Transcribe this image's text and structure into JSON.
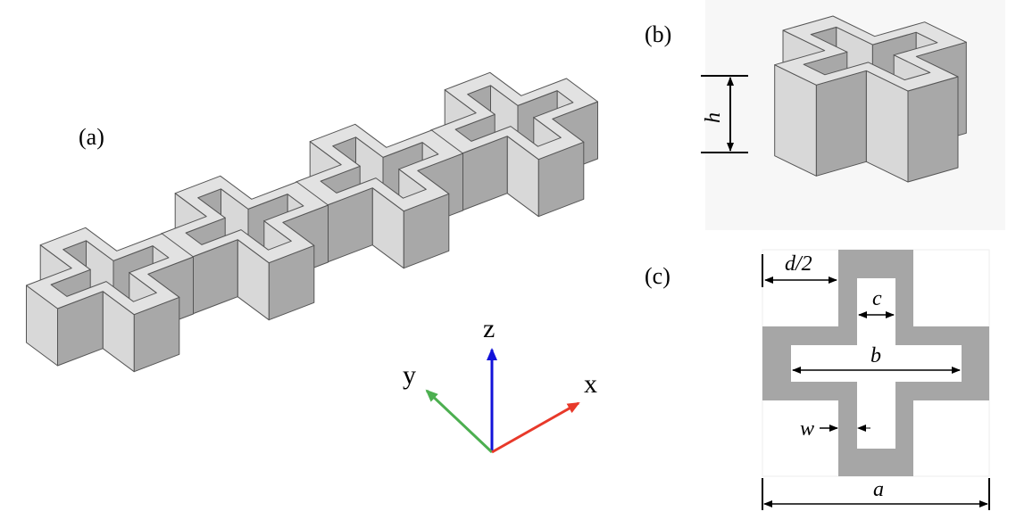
{
  "figure": {
    "panels": [
      {
        "id": "a",
        "label": "(a)",
        "description": "Periodic strip of cross-shaped hollow unit cells"
      },
      {
        "id": "b",
        "label": "(b)",
        "description": "Single hollow cross unit cell with height"
      },
      {
        "id": "c",
        "label": "(c)",
        "description": "Top view of unit cell with dimensions"
      }
    ],
    "strip": {
      "unit_cells": 4
    },
    "axes": {
      "x": {
        "label": "x",
        "color": "#e8392a"
      },
      "y": {
        "label": "y",
        "color": "#4caf50"
      },
      "z": {
        "label": "z",
        "color": "#1212d9"
      }
    },
    "dimensions": {
      "h": "h",
      "d_half": "d/2",
      "c": "c",
      "b": "b",
      "w": "w",
      "a": "a"
    },
    "colors": {
      "top_face": "#e2e2e2",
      "light_face": "#d8d8d8",
      "dark_face": "#a8a8a8",
      "edge": "#555555",
      "cross_section": "#a6a6a6",
      "panel_b_background": "#f7f7f7"
    }
  }
}
